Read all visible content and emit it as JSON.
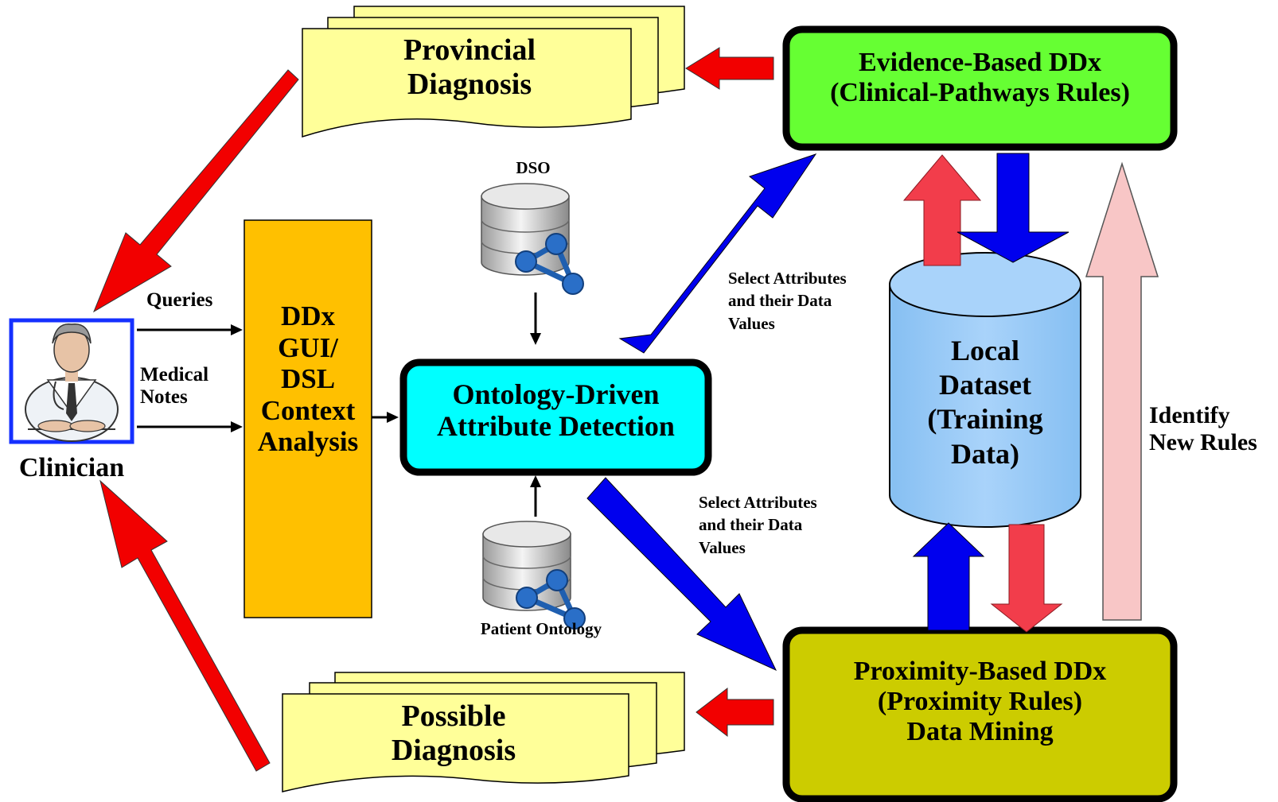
{
  "provincial": {
    "line1": "Provincial",
    "line2": "Diagnosis"
  },
  "possible": {
    "line1": "Possible",
    "line2": "Diagnosis"
  },
  "evidence": {
    "line1": "Evidence-Based DDx",
    "line2": "(Clinical-Pathways Rules)"
  },
  "proximity": {
    "line1": "Proximity-Based DDx",
    "line2": "(Proximity Rules)",
    "line3": "Data Mining"
  },
  "ontology": {
    "line1": "Ontology-Driven",
    "line2": "Attribute Detection"
  },
  "gui": {
    "line1": "DDx",
    "line2": "GUI/",
    "line3": "DSL",
    "line4": "Context",
    "line5": "Analysis"
  },
  "clinician": {
    "label": "Clinician"
  },
  "queries": {
    "label": "Queries"
  },
  "notes": {
    "line1": "Medical",
    "line2": "Notes"
  },
  "dso": {
    "label": "DSO"
  },
  "patient_ontology": {
    "label": "Patient Ontology"
  },
  "select_top": {
    "line1": "Select Attributes",
    "line2": "and their Data",
    "line3": "Values"
  },
  "select_bottom": {
    "line1": "Select Attributes",
    "line2": "and their Data",
    "line3": "Values"
  },
  "dataset": {
    "line1": "Local",
    "line2": "Dataset",
    "line3": "(Training",
    "line4": "Data)"
  },
  "identify": {
    "line1": "Identify",
    "line2": "New Rules"
  },
  "colors": {
    "red": "#f20000",
    "blue": "#0000ee",
    "light_red": "#f23d4b",
    "pink": "#f8c6c6",
    "green": "#66ff33",
    "olive": "#cccc00",
    "cyan": "#00ffff",
    "orange": "#ffc000",
    "yellow": "#ffff99",
    "sky": "#99ccff"
  }
}
